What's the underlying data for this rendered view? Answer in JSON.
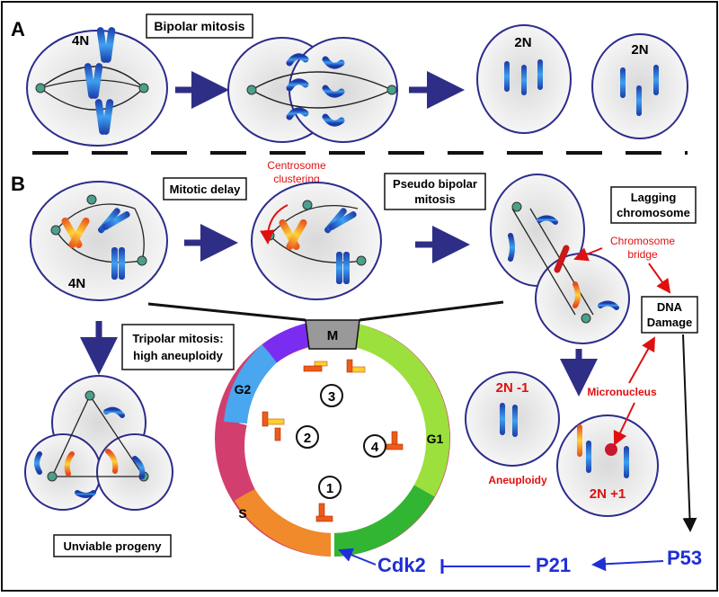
{
  "panel_a": {
    "letter": "A",
    "title": "Bipolar mitosis",
    "ploidy_start": "4N",
    "ploidy_daughter_1": "2N",
    "ploidy_daughter_2": "2N"
  },
  "panel_b": {
    "letter": "B",
    "ploidy_start": "4N",
    "labels": {
      "mitotic_delay": "Mitotic delay",
      "centrosome_clustering_1": "Centrosome",
      "centrosome_clustering_2": "clustering",
      "pseudo_bipolar_1": "Pseudo bipolar",
      "pseudo_bipolar_2": "mitosis",
      "lagging_1": "Lagging",
      "lagging_2": "chromosome",
      "chromosome_bridge_1": "Chromosome",
      "chromosome_bridge_2": "bridge",
      "dna_damage_1": "DNA",
      "dna_damage_2": "Damage",
      "tripolar_1": "Tripolar mitosis:",
      "tripolar_2": "high aneuploidy",
      "unviable": "Unviable progeny",
      "micronucleus": "Micronucleus",
      "aneuploidy": "Aneuploidy",
      "two_n_minus": "2N -1",
      "two_n_plus": "2N +1"
    },
    "cycle": {
      "phases": [
        "M",
        "G1",
        "S",
        "G2"
      ],
      "steps": [
        "1",
        "2",
        "3",
        "4"
      ]
    },
    "pathway": [
      "P53",
      "P21",
      "Cdk2"
    ]
  },
  "colors": {
    "arrow": "#2e2e86",
    "pathway_blue": "#1f2fd6",
    "red_label": "#e01010",
    "membrane": "#2c2c8c"
  }
}
